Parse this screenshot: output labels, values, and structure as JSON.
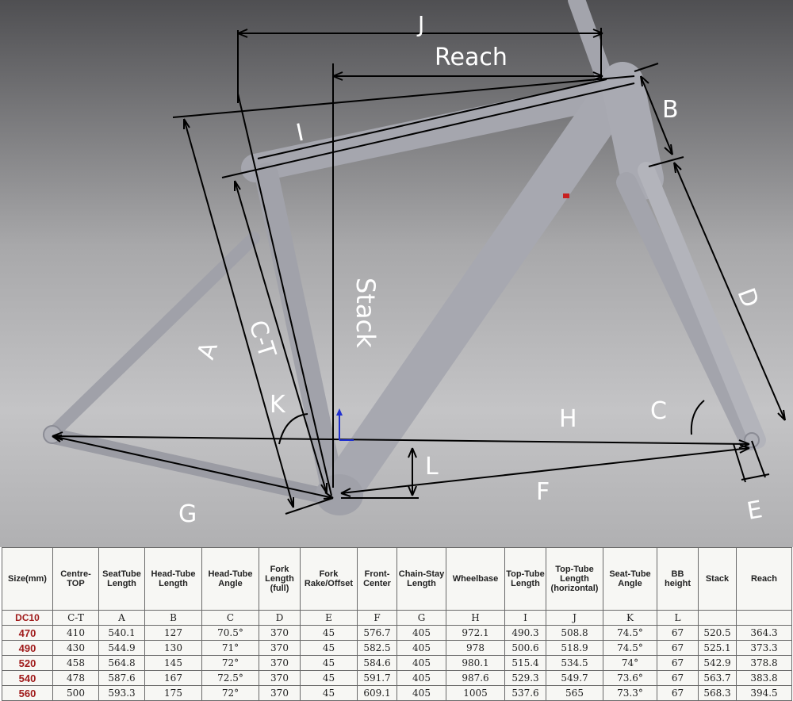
{
  "diagram": {
    "labels": {
      "J": "J",
      "reach": "Reach",
      "B": "B",
      "I": "I",
      "D": "D",
      "stack": "Stack",
      "A": "A",
      "CT": "C-T",
      "K": "K",
      "H": "H",
      "C": "C",
      "L": "L",
      "F": "F",
      "G": "G",
      "E": "E"
    },
    "colors": {
      "background_top": "#4f4f52",
      "background_mid": "#b9b9bb",
      "frame": "#9b9ca4",
      "frame_highlight": "#c9cad0",
      "dimension_line": "#000000",
      "label": "#ffffff",
      "accent_red": "#c82020",
      "accent_blue": "#2030d0"
    }
  },
  "table": {
    "headers": [
      "Size(mm)",
      "Centre-TOP",
      "SeatTube Length",
      "Head-Tube Length",
      "Head-Tube Angle",
      "Fork Length (full)",
      "Fork Rake/Offset",
      "Front-Center",
      "Chain-Stay Length",
      "Wheelbase",
      "Top-Tube Length",
      "Top-Tube Length (horizontal)",
      "Seat-Tube Angle",
      "BB height",
      "Stack",
      "Reach"
    ],
    "rows": [
      [
        "DC10",
        "C-T",
        "A",
        "B",
        "C",
        "D",
        "E",
        "F",
        "G",
        "H",
        "I",
        "J",
        "K",
        "L",
        "",
        ""
      ],
      [
        "470",
        "410",
        "540.1",
        "127",
        "70.5°",
        "370",
        "45",
        "576.7",
        "405",
        "972.1",
        "490.3",
        "508.8",
        "74.5°",
        "67",
        "520.5",
        "364.3"
      ],
      [
        "490",
        "430",
        "544.9",
        "130",
        "71°",
        "370",
        "45",
        "582.5",
        "405",
        "978",
        "500.6",
        "518.9",
        "74.5°",
        "67",
        "525.1",
        "373.3"
      ],
      [
        "520",
        "458",
        "564.8",
        "145",
        "72°",
        "370",
        "45",
        "584.6",
        "405",
        "980.1",
        "515.4",
        "534.5",
        "74°",
        "67",
        "542.9",
        "378.8"
      ],
      [
        "540",
        "478",
        "587.6",
        "167",
        "72.5°",
        "370",
        "45",
        "591.7",
        "405",
        "987.6",
        "529.3",
        "549.7",
        "73.6°",
        "67",
        "563.7",
        "383.8"
      ],
      [
        "560",
        "500",
        "593.3",
        "175",
        "72°",
        "370",
        "45",
        "609.1",
        "405",
        "1005",
        "537.6",
        "565",
        "73.3°",
        "67",
        "568.3",
        "394.5"
      ]
    ]
  }
}
